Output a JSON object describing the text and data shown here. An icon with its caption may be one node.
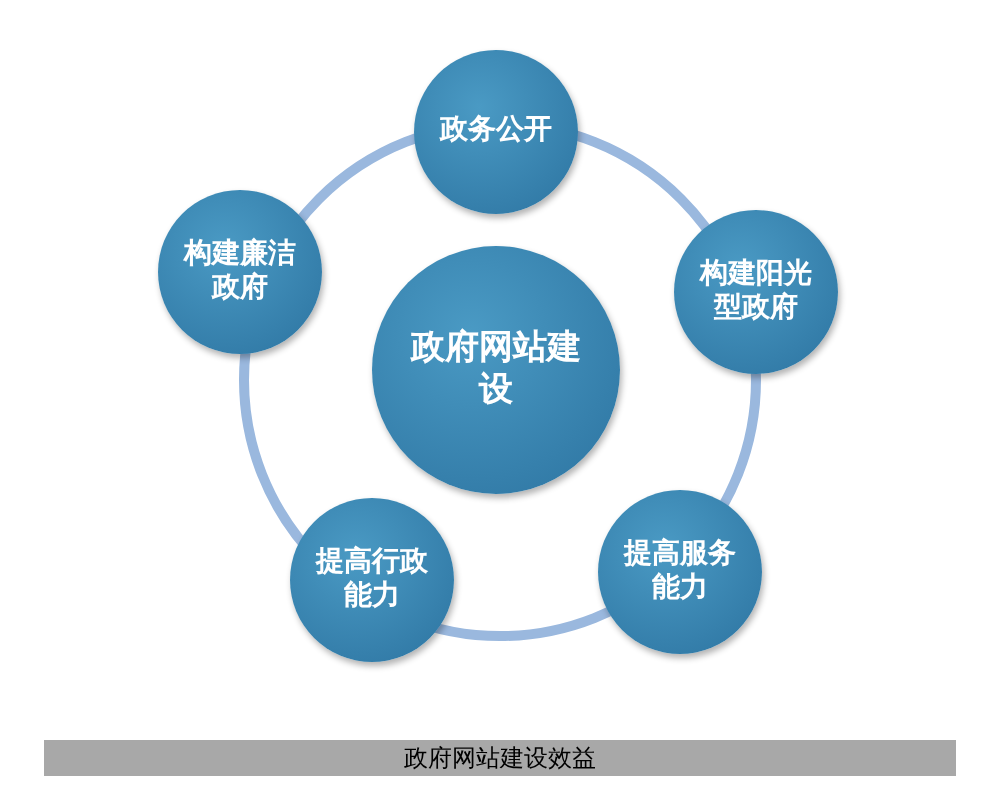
{
  "diagram": {
    "nodes": [
      {
        "text": [
          "政府网站建设"
        ]
      },
      {
        "text": [
          "政务公开"
        ]
      },
      {
        "text": [
          "构建廉洁政府"
        ]
      },
      {
        "text": [
          "构建阳光型政府"
        ]
      },
      {
        "text": [
          "提高行政能力"
        ]
      },
      {
        "text": [
          "提高服务能力"
        ]
      },
      {
        "text": [
          "政府网站建设效益"
        ]
      }
    ]
  }
}
